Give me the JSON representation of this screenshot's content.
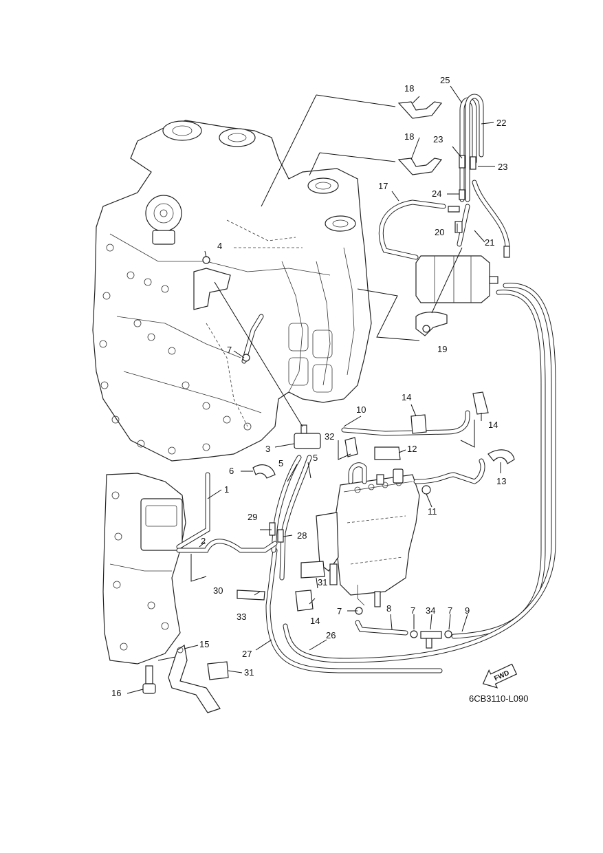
{
  "diagram_code": "6CB3110-L090",
  "fwd_label": "FWD",
  "callouts": [
    {
      "id": "c1",
      "text": "1"
    },
    {
      "id": "c2",
      "text": "2"
    },
    {
      "id": "c3",
      "text": "3"
    },
    {
      "id": "c4",
      "text": "4"
    },
    {
      "id": "c5a",
      "text": "5"
    },
    {
      "id": "c5b",
      "text": "5"
    },
    {
      "id": "c6",
      "text": "6"
    },
    {
      "id": "c7a",
      "text": "7"
    },
    {
      "id": "c7b",
      "text": "7"
    },
    {
      "id": "c7c",
      "text": "7"
    },
    {
      "id": "c7d",
      "text": "7"
    },
    {
      "id": "c8",
      "text": "8"
    },
    {
      "id": "c9",
      "text": "9"
    },
    {
      "id": "c10",
      "text": "10"
    },
    {
      "id": "c11",
      "text": "11"
    },
    {
      "id": "c12",
      "text": "12"
    },
    {
      "id": "c13",
      "text": "13"
    },
    {
      "id": "c14a",
      "text": "14"
    },
    {
      "id": "c14b",
      "text": "14"
    },
    {
      "id": "c14c",
      "text": "14"
    },
    {
      "id": "c15",
      "text": "15"
    },
    {
      "id": "c16",
      "text": "16"
    },
    {
      "id": "c17",
      "text": "17"
    },
    {
      "id": "c18a",
      "text": "18"
    },
    {
      "id": "c18b",
      "text": "18"
    },
    {
      "id": "c19",
      "text": "19"
    },
    {
      "id": "c20",
      "text": "20"
    },
    {
      "id": "c21",
      "text": "21"
    },
    {
      "id": "c22",
      "text": "22"
    },
    {
      "id": "c23a",
      "text": "23"
    },
    {
      "id": "c23b",
      "text": "23"
    },
    {
      "id": "c24",
      "text": "24"
    },
    {
      "id": "c25",
      "text": "25"
    },
    {
      "id": "c26",
      "text": "26"
    },
    {
      "id": "c27",
      "text": "27"
    },
    {
      "id": "c28",
      "text": "28"
    },
    {
      "id": "c29",
      "text": "29"
    },
    {
      "id": "c30",
      "text": "30"
    },
    {
      "id": "c31a",
      "text": "31"
    },
    {
      "id": "c31b",
      "text": "31"
    },
    {
      "id": "c32",
      "text": "32"
    },
    {
      "id": "c33",
      "text": "33"
    },
    {
      "id": "c34",
      "text": "34"
    }
  ]
}
